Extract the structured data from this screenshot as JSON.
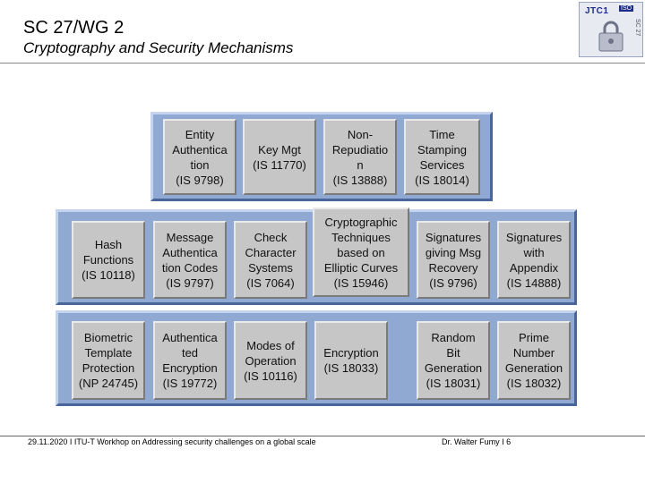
{
  "header": {
    "title": "SC 27/WG 2",
    "subtitle": "Cryptography and Security Mechanisms",
    "logo_text": "JTC1",
    "logo_badge": "ISO",
    "logo_side": "SC 27"
  },
  "cells": {
    "entity_auth": [
      "Entity",
      "Authentica",
      "tion",
      "(IS 9798)"
    ],
    "key_mgt": [
      "Key Mgt",
      "(IS 11770)"
    ],
    "non_repudiation": [
      "Non-",
      "Repudiatio",
      "n",
      "(IS 13888)"
    ],
    "time_stamping": [
      "Time",
      "Stamping",
      "Services",
      "(IS 18014)"
    ],
    "hash_functions": [
      "Hash",
      "Functions",
      "(IS 10118)"
    ],
    "mac": [
      "Message",
      "Authentica",
      "tion Codes",
      "(IS 9797)"
    ],
    "check_char": [
      "Check",
      "Character",
      "Systems",
      "(IS 7064)"
    ],
    "elliptic": [
      "Cryptographic",
      "Techniques",
      "based on",
      "Elliptic Curves",
      "(IS 15946)"
    ],
    "sig_recovery": [
      "Signatures",
      "giving Msg",
      "Recovery",
      "(IS 9796)"
    ],
    "sig_appendix": [
      "Signatures",
      "with",
      "Appendix",
      "(IS 14888)"
    ],
    "biometric": [
      "Biometric",
      "Template",
      "Protection",
      "(NP 24745)"
    ],
    "auth_enc": [
      "Authentica",
      "ted",
      "Encryption",
      "(IS 19772)"
    ],
    "modes": [
      "Modes of",
      "Operation",
      "(IS 10116)"
    ],
    "encryption": [
      "Encryption",
      "(IS 18033)"
    ],
    "random_bit": [
      "Random",
      "Bit",
      "Generation",
      "(IS 18031)"
    ],
    "prime_number": [
      "Prime",
      "Number",
      "Generation",
      "(IS 18032)"
    ]
  },
  "footer": {
    "left": "29.11.2020  I   ITU-T Workhop on Addressing security challenges on a global scale",
    "right": "Dr. Walter Fumy  I   6"
  },
  "colors": {
    "band": "#8fa9d3",
    "cell": "#c6c6c6"
  }
}
